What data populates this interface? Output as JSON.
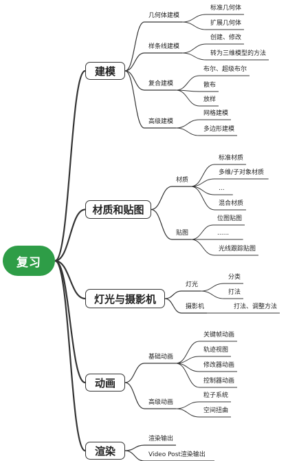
{
  "root": {
    "label": "复习"
  },
  "branches": [
    {
      "label": "建模",
      "children": [
        {
          "label": "几何体建模",
          "children": [
            {
              "label": "标准几何体"
            },
            {
              "label": "扩展几何体"
            }
          ]
        },
        {
          "label": "样条线建模",
          "children": [
            {
              "label": "创建、修改"
            },
            {
              "label": "转为三维模型的方法"
            }
          ]
        },
        {
          "label": "复合建模",
          "children": [
            {
              "label": "布尔、超级布尔"
            },
            {
              "label": "散布"
            },
            {
              "label": "放样"
            }
          ]
        },
        {
          "label": "高级建模",
          "children": [
            {
              "label": "网格建模"
            },
            {
              "label": "多边形建模"
            }
          ]
        }
      ]
    },
    {
      "label": "材质和贴图",
      "children": [
        {
          "label": "材质",
          "children": [
            {
              "label": "标准材质"
            },
            {
              "label": "多维/子对象材质"
            },
            {
              "label": "..."
            },
            {
              "label": "混合材质"
            }
          ]
        },
        {
          "label": "贴图",
          "children": [
            {
              "label": "位图贴图"
            },
            {
              "label": "......"
            },
            {
              "label": "光线跟踪贴图"
            }
          ]
        }
      ]
    },
    {
      "label": "灯光与摄影机",
      "children": [
        {
          "label": "灯光",
          "children": [
            {
              "label": "分类"
            },
            {
              "label": "打法"
            }
          ]
        },
        {
          "label": "摄影机",
          "children": [
            {
              "label": "打法、调整方法"
            }
          ]
        }
      ]
    },
    {
      "label": "动画",
      "children": [
        {
          "label": "基础动画",
          "children": [
            {
              "label": "关键帧动画"
            },
            {
              "label": "轨迹视图"
            },
            {
              "label": "修改器动画"
            },
            {
              "label": "控制器动画"
            }
          ]
        },
        {
          "label": "高级动画",
          "children": [
            {
              "label": "粒子系统"
            },
            {
              "label": "空间扭曲"
            }
          ]
        }
      ]
    },
    {
      "label": "渲染",
      "children": [
        {
          "label": "渲染输出"
        },
        {
          "label": "Video Post渲染输出"
        }
      ]
    }
  ]
}
